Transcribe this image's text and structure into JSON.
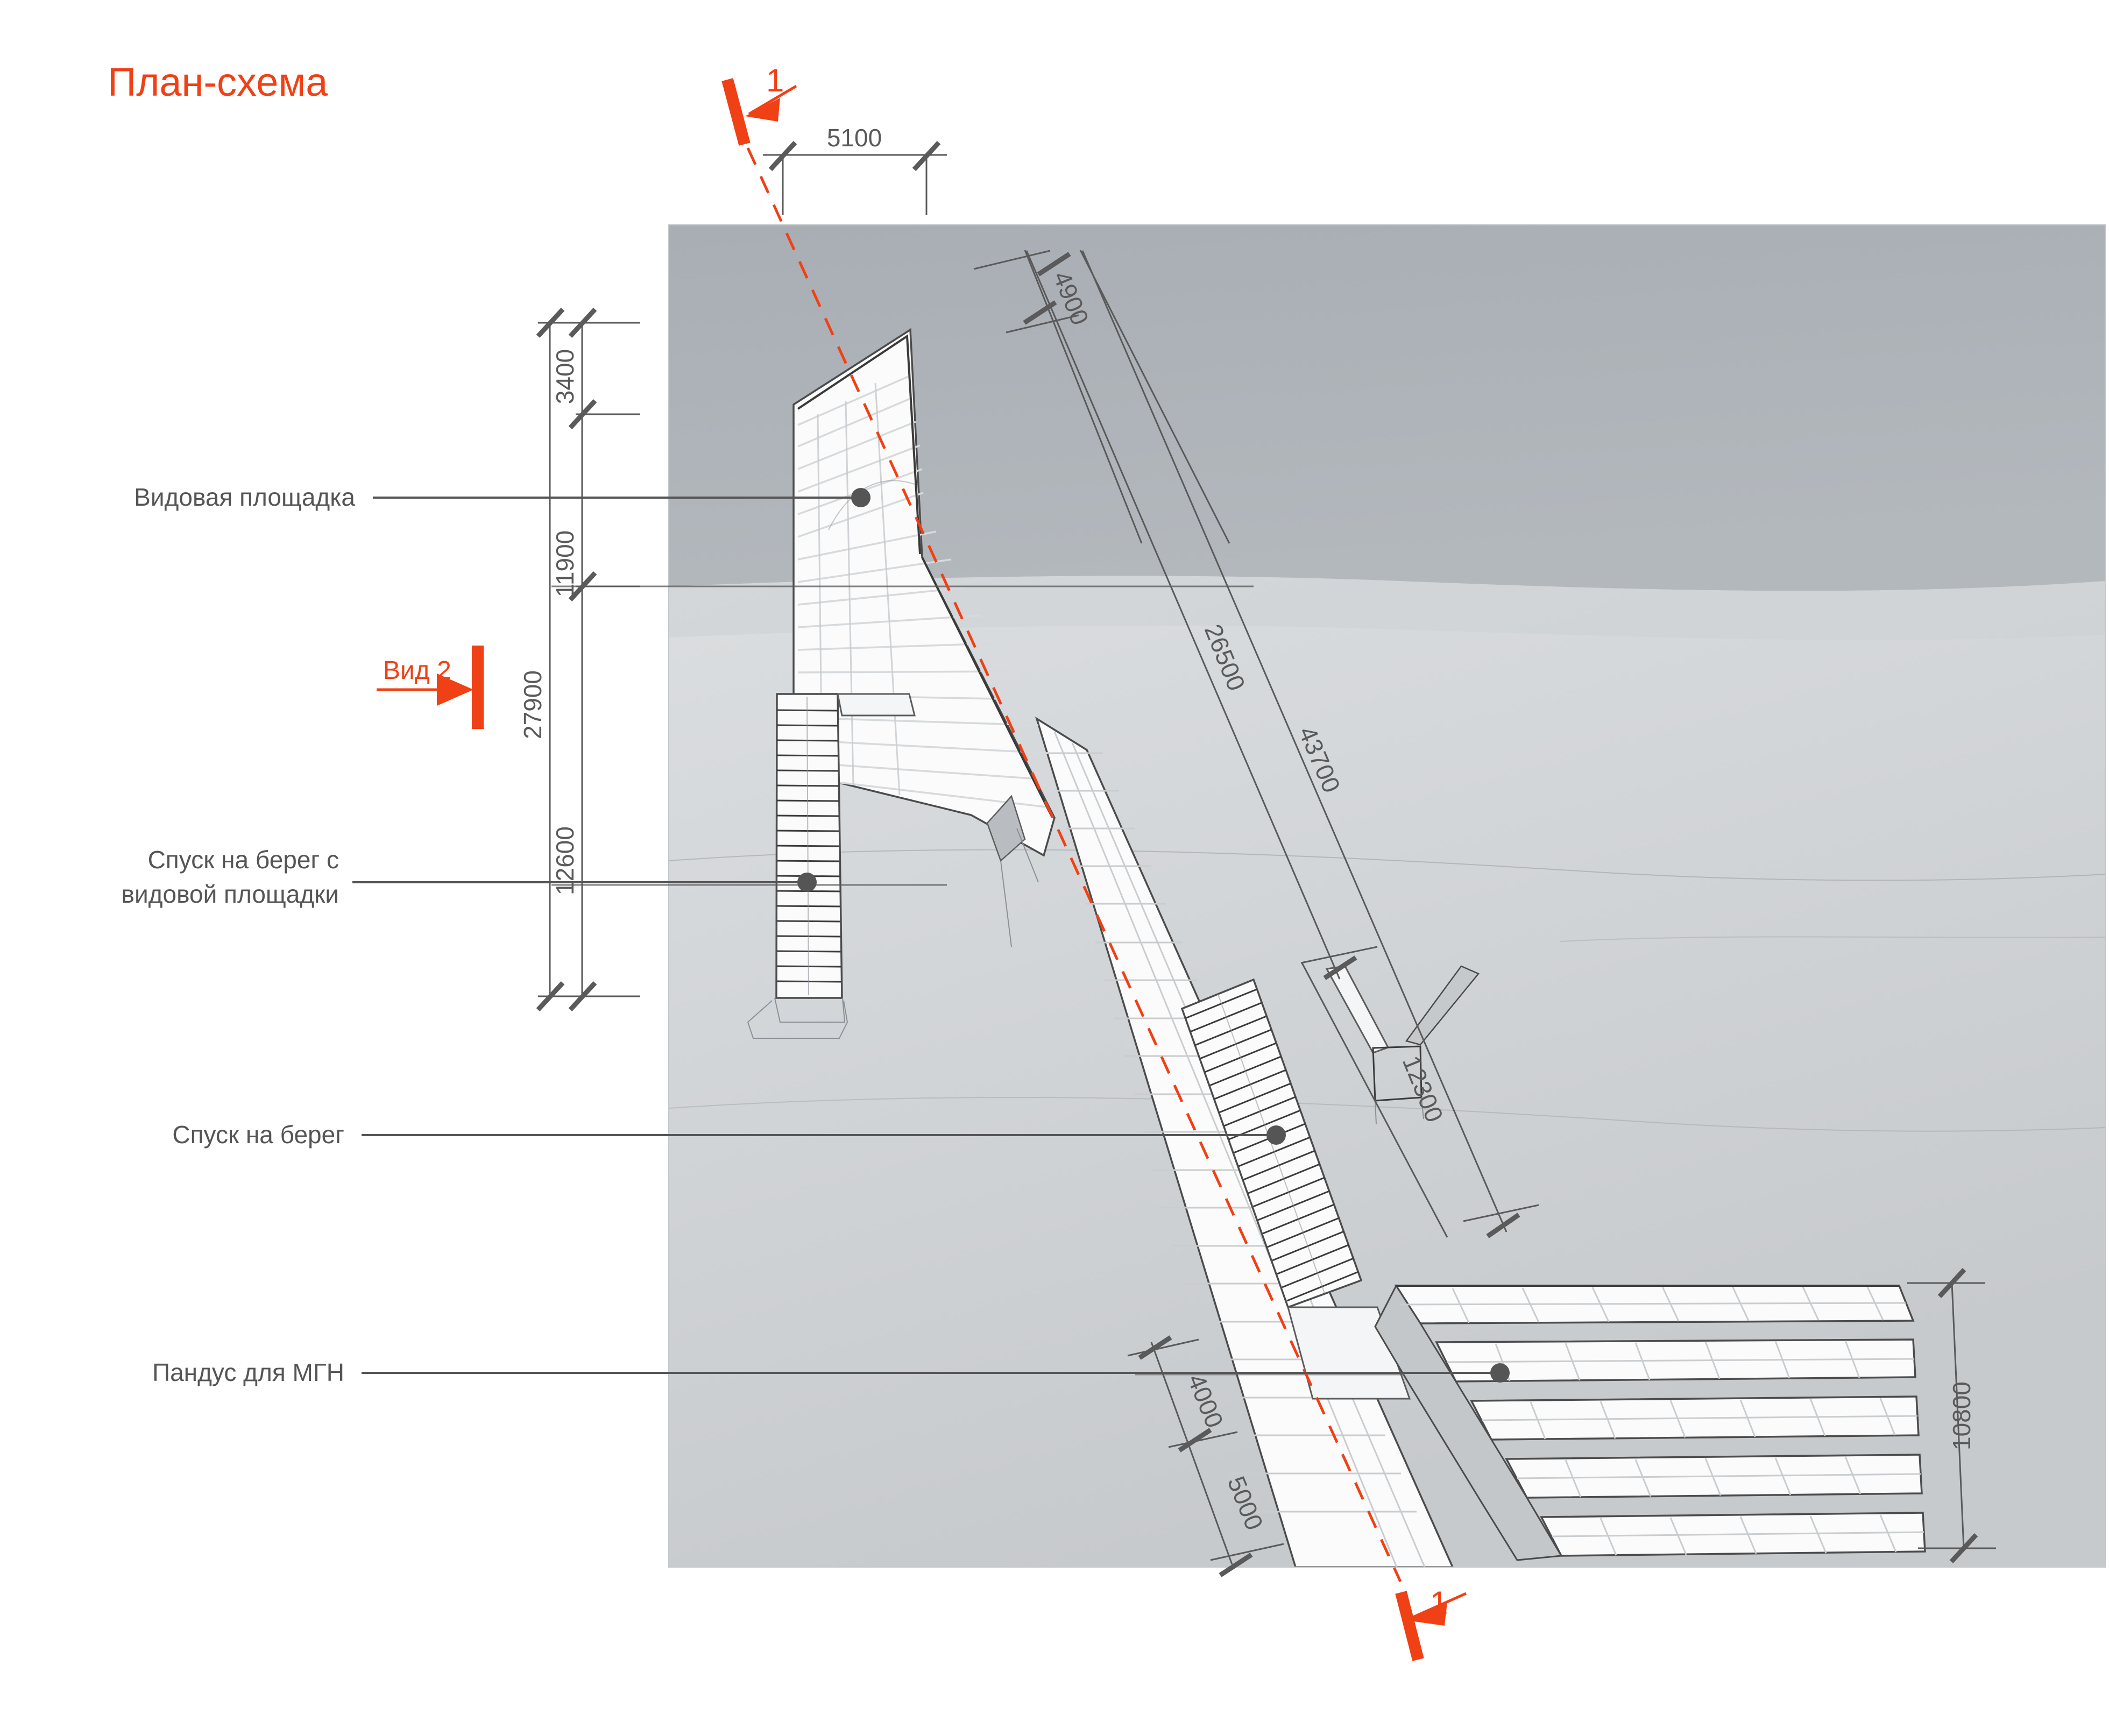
{
  "page": {
    "title": "План-схема",
    "accent_color": "#f04015",
    "text_color": "#555555",
    "background": "#ffffff"
  },
  "callouts": [
    {
      "id": "observation-deck",
      "label": "Видовая площадка"
    },
    {
      "id": "stairs-from-deck",
      "label_line1": "Спуск на берег с",
      "label_line2": "видовой площадки"
    },
    {
      "id": "stairs-to-shore",
      "label": "Спуск на берег"
    },
    {
      "id": "accessible-ramp",
      "label": "Пандус для МГН"
    }
  ],
  "view_marker": {
    "label": "Вид 2"
  },
  "section_markers": [
    {
      "id": "section-top",
      "label": "1"
    },
    {
      "id": "section-bottom",
      "label": "1"
    }
  ],
  "dimensions": {
    "top_horizontal": "5100",
    "vertical_chain": [
      "3400",
      "11900",
      "12600"
    ],
    "vertical_overall": "27900",
    "diagonal_upper": "4900",
    "diagonal_mid": "26500",
    "diagonal_outer": "43700",
    "branch": "12300",
    "ramp_a": "4000",
    "ramp_b": "5000",
    "right_vertical": "10800"
  },
  "chart_data": {
    "type": "table",
    "title": "План-схема",
    "categories": [
      "Видовая площадка",
      "Спуск на берег с видовой площадки",
      "Спуск на берег",
      "Пандус для МГН"
    ],
    "dimension_labels": [
      "5100",
      "3400",
      "11900",
      "12600",
      "27900",
      "4900",
      "26500",
      "43700",
      "12300",
      "4000",
      "5000",
      "10800"
    ],
    "units": "mm"
  }
}
